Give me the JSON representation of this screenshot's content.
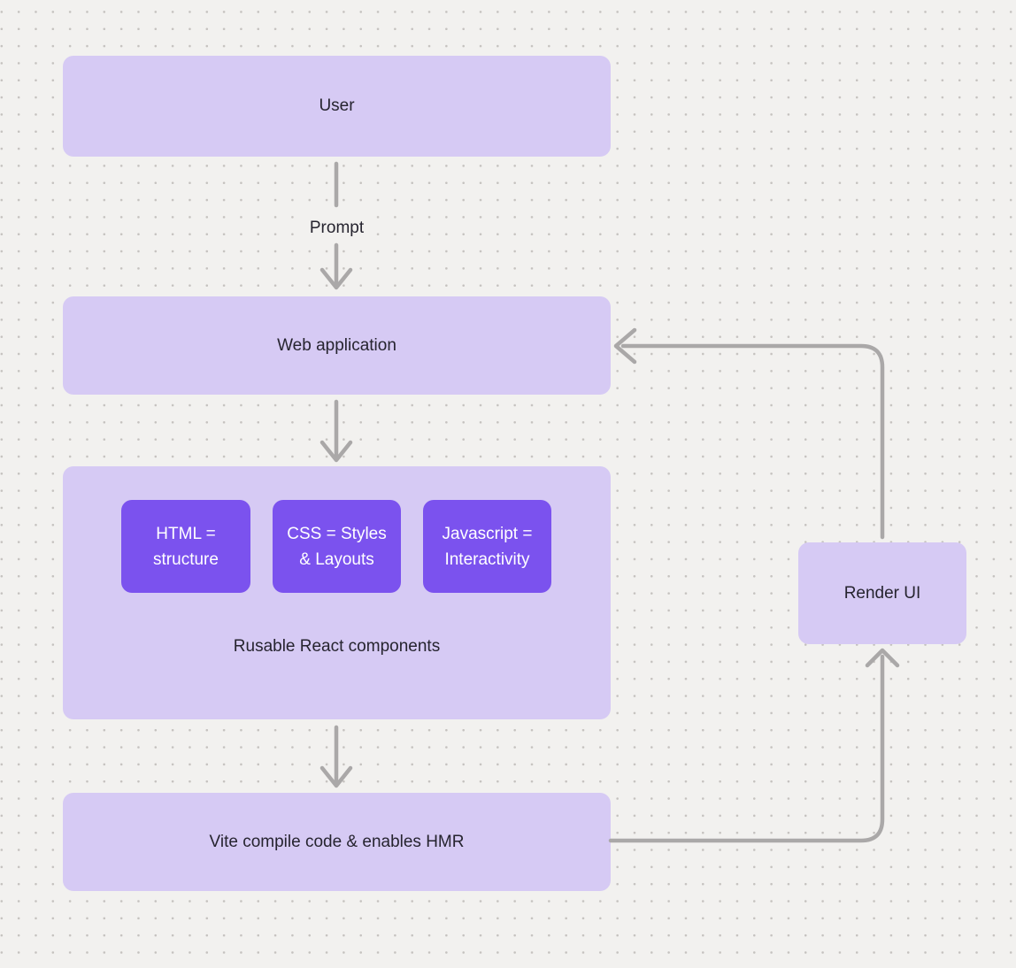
{
  "colors": {
    "background": "#f2f1ef",
    "dot": "#c5c2bf",
    "node_fill": "#d6caf4",
    "accent_fill": "#7b52ee",
    "accent_text": "#ffffff",
    "text": "#26242f",
    "connector": "#aaa8a8"
  },
  "nodes": {
    "user": {
      "label": "User"
    },
    "web_application": {
      "label": "Web application"
    },
    "components": {
      "label": "Rusable React components",
      "children": [
        {
          "label": "HTML = structure"
        },
        {
          "label": "CSS = Styles & Layouts"
        },
        {
          "label": "Javascript = Interactivity"
        }
      ]
    },
    "vite": {
      "label": "Vite compile code & enables HMR"
    },
    "render_ui": {
      "label": "Render UI"
    }
  },
  "connectors": {
    "prompt": {
      "label": "Prompt"
    }
  }
}
